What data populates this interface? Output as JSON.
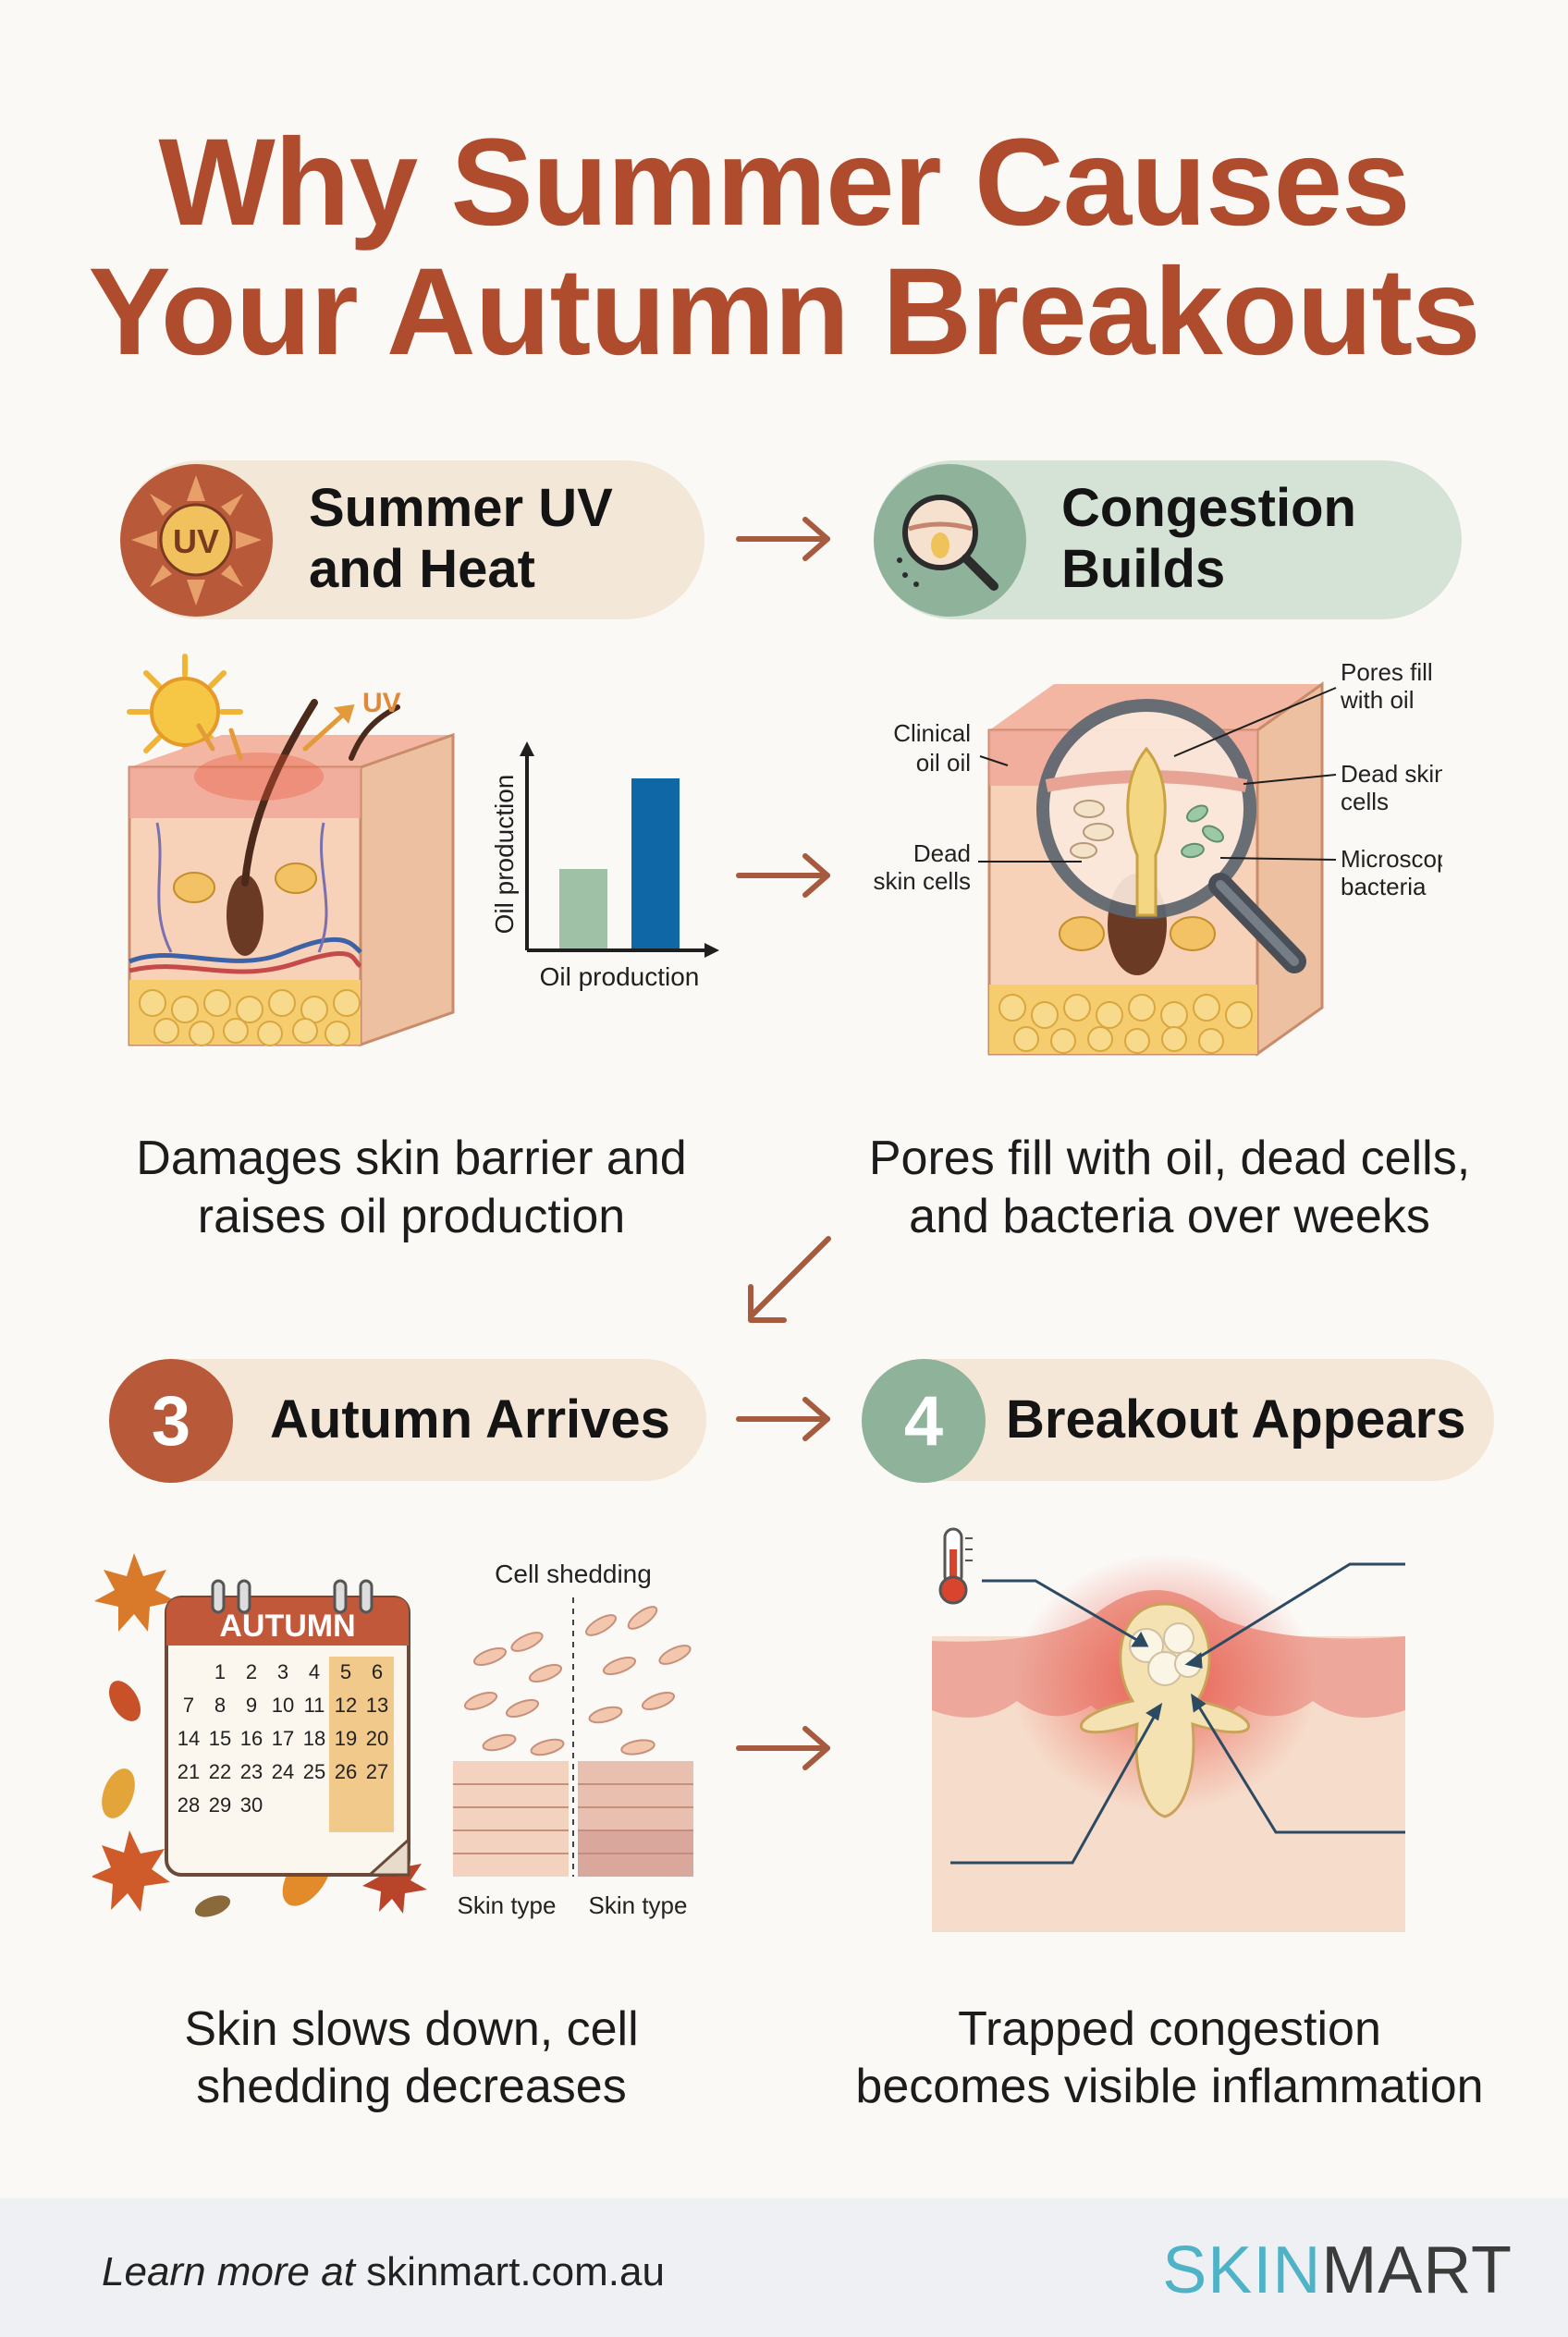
{
  "title": {
    "line1": "Why Summer Causes",
    "line2": "Your Autumn Breakouts"
  },
  "colors": {
    "accent_rust": "#b04c2e",
    "accent_green": "#8fb29b",
    "arrow": "#a65a3e",
    "oil_bar_low": "#9fc2a6",
    "oil_bar_high": "#0f67a6",
    "brand_teal": "#4fb3c8",
    "brand_dark": "#3b3b3b"
  },
  "steps": [
    {
      "icon": "uv-sun-icon",
      "badge_text": "UV",
      "label_line1": "Summer UV",
      "label_line2": "and Heat",
      "uv_label": "UV",
      "chart_ylabel": "Oil production",
      "chart_xlabel": "Oil production",
      "caption_line1": "Damages skin barrier and",
      "caption_line2": "raises oil production"
    },
    {
      "icon": "magnifier-pore-icon",
      "label_line1": "Congestion",
      "label_line2": "Builds",
      "callouts": {
        "clinical_oil_1": "Clinical",
        "clinical_oil_2": "oil oil",
        "dead_cells_left_1": "Dead",
        "dead_cells_left_2": "skin cells",
        "pores_fill_1": "Pores fill",
        "pores_fill_2": "with oil",
        "dead_cells_right_1": "Dead skin",
        "dead_cells_right_2": "cells",
        "bacteria_1": "Microscopic",
        "bacteria_2": "bacteria"
      },
      "caption_line1": "Pores fill with oil, dead cells,",
      "caption_line2": "and bacteria over weeks"
    },
    {
      "number": "3",
      "label": "Autumn Arrives",
      "calendar_title": "AUTUMN",
      "calendar_rows": [
        [
          "",
          "1",
          "2",
          "3",
          "4",
          "5",
          "6"
        ],
        [
          "7",
          "8",
          "9",
          "10",
          "11",
          "12",
          "13"
        ],
        [
          "14",
          "15",
          "16",
          "17",
          "18",
          "19",
          "20"
        ],
        [
          "21",
          "22",
          "23",
          "24",
          "25",
          "26",
          "27"
        ],
        [
          "28",
          "29",
          "30",
          "",
          "",
          "",
          ""
        ]
      ],
      "shedding_title": "Cell shedding",
      "skin_label_left": "Skin type",
      "skin_label_right": "Skin type",
      "caption_line1": "Skin slows down, cell",
      "caption_line2": "shedding decreases"
    },
    {
      "number": "4",
      "label": "Breakout Appears",
      "caption_line1": "Trapped congestion",
      "caption_line2": "becomes visible inflammation"
    }
  ],
  "footer": {
    "learn_more": "Learn more at",
    "url": "skinmart.com.au",
    "brand_part1": "SKIN",
    "brand_part2": "MART"
  }
}
